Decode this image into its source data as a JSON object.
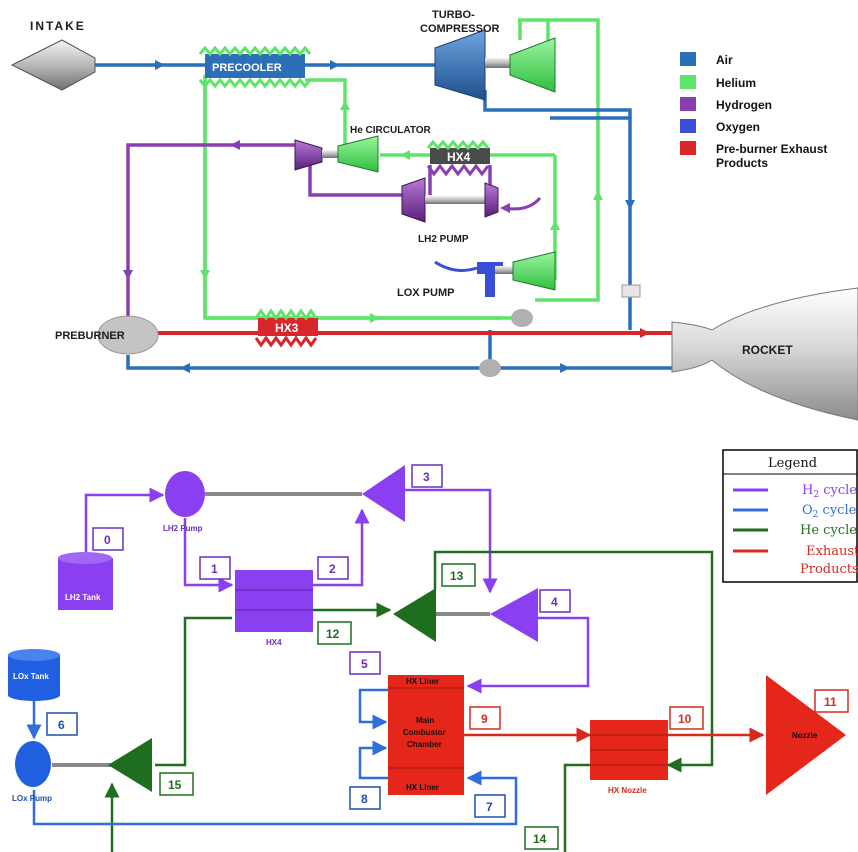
{
  "top_diagram": {
    "labels": {
      "intake": "INTAKE",
      "turbo_compressor_1": "TURBO-",
      "turbo_compressor_2": "COMPRESSOR",
      "precooler": "PRECOOLER",
      "he_circulator": "He CIRCULATOR",
      "hx4": "HX4",
      "lh2_pump": "LH2 PUMP",
      "lox_pump": "LOX PUMP",
      "preburner": "PREBURNER",
      "hx3": "HX3",
      "rocket": "ROCKET"
    },
    "legend": [
      {
        "label": "Air",
        "color": "#2a6fb8"
      },
      {
        "label": "Helium",
        "color": "#5fe36a"
      },
      {
        "label": "Hydrogen",
        "color": "#8a3fb0"
      },
      {
        "label": "Oxygen",
        "color": "#3a4fd8"
      },
      {
        "label": "Pre-burner Exhaust",
        "label2": "Products",
        "color": "#d8262a"
      }
    ]
  },
  "bottom_diagram": {
    "legend_title": "Legend",
    "legend": [
      {
        "label": "H",
        "sub": "2",
        "suffix": " cycle",
        "color": "#8a3ff0"
      },
      {
        "label": "O",
        "sub": "2",
        "suffix": " cycle",
        "color": "#2f6fdc"
      },
      {
        "label": "He cycle",
        "color": "#1f6e1f"
      },
      {
        "label": "Exhaust",
        "label2": "Products",
        "color": "#d62a1e"
      }
    ],
    "components": {
      "lh2_pump": "LH2 Pump",
      "lh2_tank": "LH2 Tank",
      "hx4": "HX4",
      "lox_tank": "LOx Tank",
      "lox_pump": "LOx Pump",
      "hx_liner_top": "HX Liner",
      "main_combustor_1": "Main",
      "main_combustor_2": "Combustor",
      "main_combustor_3": "Chamber",
      "hx_liner_bottom": "HX Liner",
      "hx_nozzle": "HX Nozzle",
      "nozzle": "Nozzle"
    },
    "state_points": [
      "0",
      "1",
      "2",
      "3",
      "4",
      "5",
      "6",
      "7",
      "8",
      "9",
      "10",
      "11",
      "12",
      "13",
      "14",
      "15"
    ]
  }
}
